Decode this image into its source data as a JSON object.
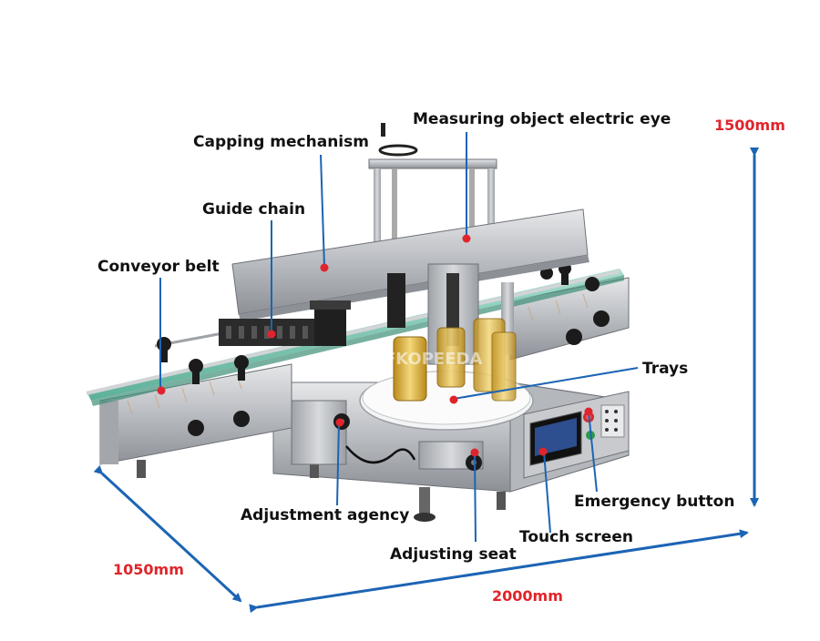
{
  "colors": {
    "callout_line": "#1c64b4",
    "callout_dot": "#e0242b",
    "dimension_arrow": "#1c64b4",
    "dimension_text": "#e0242b",
    "label_text": "#111111"
  },
  "labels": {
    "measuring_eye": "Measuring object electric eye",
    "capping": "Capping mechanism",
    "guide_chain": "Guide chain",
    "conveyor_belt": "Conveyor belt",
    "trays": "Trays",
    "emergency_button": "Emergency button",
    "adjustment_agency": "Adjustment agency",
    "touch_screen": "Touch screen",
    "adjusting_seat": "Adjusting seat"
  },
  "dimensions": {
    "height": "1500mm",
    "depth": "1050mm",
    "width": "2000mm"
  },
  "watermark": "FKOPEEDA"
}
